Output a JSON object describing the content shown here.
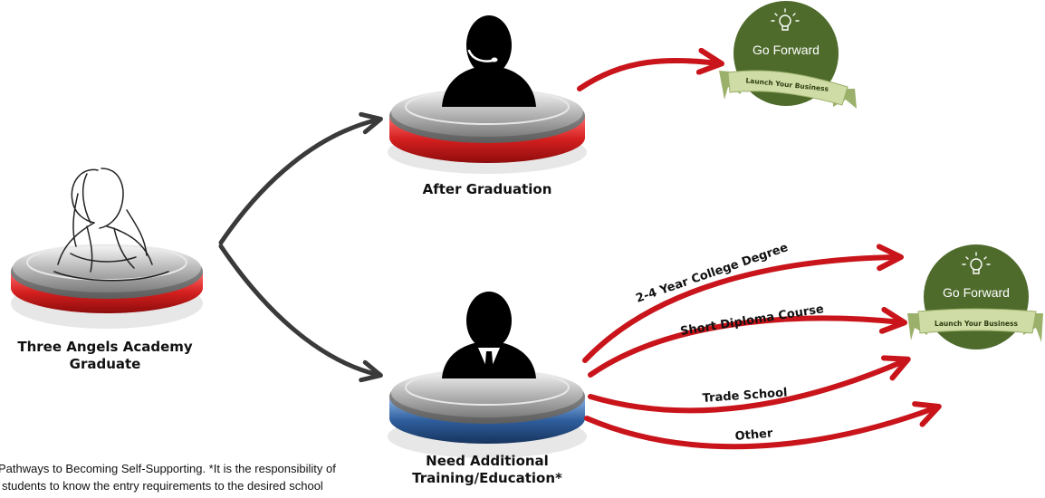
{
  "nodes": {
    "graduate": {
      "line1": "Three Angels Academy",
      "line2": "Graduate"
    },
    "after": {
      "label": "After Graduation"
    },
    "need": {
      "line1": "Need Additional",
      "line2": "Training/Education*"
    }
  },
  "badges": {
    "title": "Go Forward",
    "ribbon": "Launch Your Business"
  },
  "pathways": [
    {
      "label": "2-4 Year College Degree"
    },
    {
      "label": "Short Diploma Course"
    },
    {
      "label": "Trade School"
    },
    {
      "label": "Other"
    }
  ],
  "caption": {
    "line1": "Pathways to Becoming Self-Supporting. *It is the responsibility of",
    "line2": "students to know the entry requirements to the desired school"
  },
  "colors": {
    "red_arrow": "#c8141a",
    "dark_arrow": "#3a3a3a",
    "badge_green": "#4e6b2c",
    "ribbon_green": "#cfdca6",
    "red_band": "#d41f1f",
    "blue_band": "#2f5f9e"
  }
}
